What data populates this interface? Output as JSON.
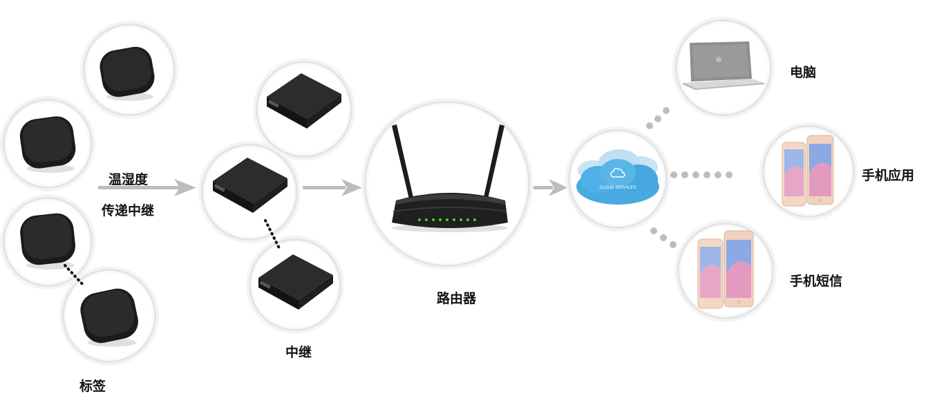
{
  "labels": {
    "sensor": "温湿度",
    "transmit": "传递中继",
    "tag": "标签",
    "relay": "中继",
    "router": "路由器",
    "computer": "电脑",
    "app": "手机应用",
    "sms": "手机短信"
  },
  "cloud_text": "CLOUD SERVICES",
  "icons": [
    "tag-device-icon",
    "relay-device-icon",
    "router-icon",
    "cloud-icon",
    "laptop-icon",
    "smartphone-icon"
  ]
}
